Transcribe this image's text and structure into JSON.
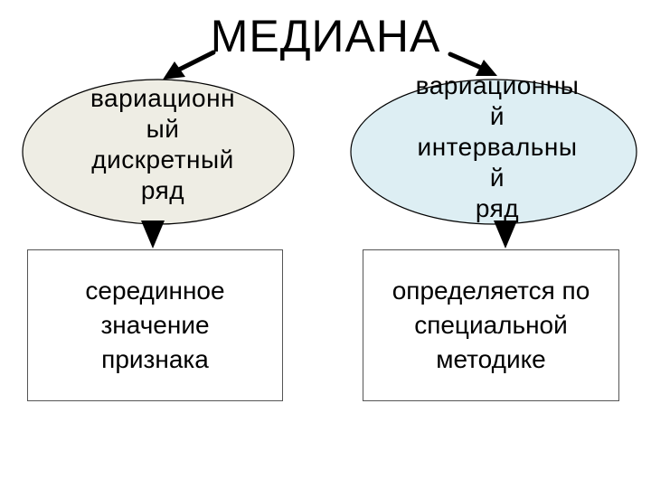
{
  "diagram": {
    "title": "МЕДИАНА",
    "left_ellipse": {
      "label_line1": "вариационн",
      "label_line2": "ый",
      "label_line3": "дискретный",
      "label_line4": "ряд",
      "fill": "#eeede4"
    },
    "right_ellipse": {
      "label_line1": "вариационны",
      "label_line2": "й",
      "label_line3": "интервальны",
      "label_line4": "й",
      "label_line5": "ряд",
      "fill": "#ddeef3"
    },
    "left_box": {
      "line1": "серединное",
      "line2": "значение",
      "line3": "признака"
    },
    "right_box": {
      "line1": "определяется по",
      "line2": "специальной",
      "line3": "методике"
    },
    "colors": {
      "arrow": "#000000",
      "outline": "#000000",
      "box_border": "#555555"
    }
  }
}
